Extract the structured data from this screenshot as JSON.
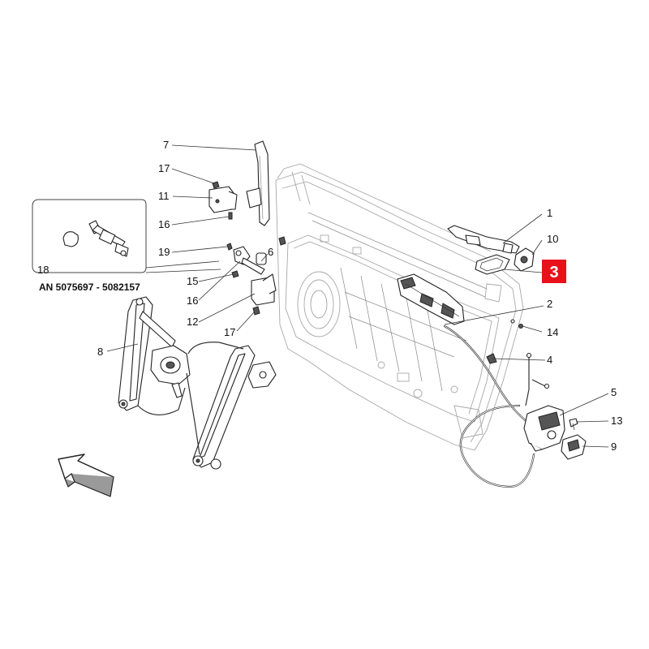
{
  "callouts": [
    {
      "id": "c1",
      "label": "1"
    },
    {
      "id": "c2",
      "label": "2"
    },
    {
      "id": "c4",
      "label": "4"
    },
    {
      "id": "c5",
      "label": "5"
    },
    {
      "id": "c6",
      "label": "6"
    },
    {
      "id": "c7",
      "label": "7"
    },
    {
      "id": "c8",
      "label": "8"
    },
    {
      "id": "c9",
      "label": "9"
    },
    {
      "id": "c10",
      "label": "10"
    },
    {
      "id": "c11",
      "label": "11"
    },
    {
      "id": "c12",
      "label": "12"
    },
    {
      "id": "c13",
      "label": "13"
    },
    {
      "id": "c14",
      "label": "14"
    },
    {
      "id": "c15",
      "label": "15"
    },
    {
      "id": "c16a",
      "label": "16"
    },
    {
      "id": "c16b",
      "label": "16"
    },
    {
      "id": "c17a",
      "label": "17"
    },
    {
      "id": "c17b",
      "label": "17"
    },
    {
      "id": "c18",
      "label": "18"
    },
    {
      "id": "c19",
      "label": "19"
    }
  ],
  "highlight": {
    "label": "3",
    "color": "#e8101a"
  },
  "inset": {
    "caption": "AN 5075697 - 5082157"
  }
}
